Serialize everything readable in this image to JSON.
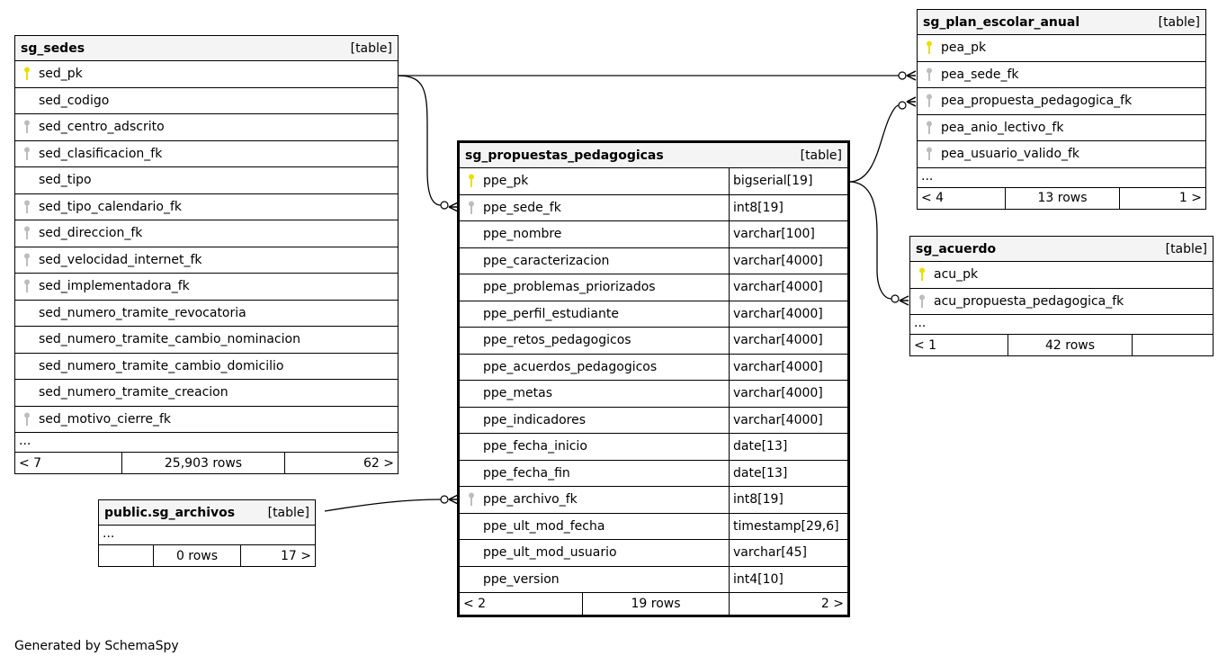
{
  "diagram": {
    "footer": "Generated by SchemaSpy",
    "tables": {
      "sg_sedes": {
        "name": "sg_sedes",
        "kind": "[table]",
        "columns": [
          {
            "name": "sed_pk",
            "key": "primary"
          },
          {
            "name": "sed_codigo",
            "key": ""
          },
          {
            "name": "sed_centro_adscrito",
            "key": "foreign"
          },
          {
            "name": "sed_clasificacion_fk",
            "key": "foreign"
          },
          {
            "name": "sed_tipo",
            "key": ""
          },
          {
            "name": "sed_tipo_calendario_fk",
            "key": "foreign"
          },
          {
            "name": "sed_direccion_fk",
            "key": "foreign"
          },
          {
            "name": "sed_velocidad_internet_fk",
            "key": "foreign"
          },
          {
            "name": "sed_implementadora_fk",
            "key": "foreign"
          },
          {
            "name": "sed_numero_tramite_revocatoria",
            "key": ""
          },
          {
            "name": "sed_numero_tramite_cambio_nominacion",
            "key": ""
          },
          {
            "name": "sed_numero_tramite_cambio_domicilio",
            "key": ""
          },
          {
            "name": "sed_numero_tramite_creacion",
            "key": ""
          },
          {
            "name": "sed_motivo_cierre_fk",
            "key": "foreign"
          }
        ],
        "ellipsis": "...",
        "footer": {
          "parents": "< 7",
          "rows": "25,903 rows",
          "children": "62 >"
        }
      },
      "sg_propuestas_pedagogicas": {
        "name": "sg_propuestas_pedagogicas",
        "kind": "[table]",
        "columns": [
          {
            "name": "ppe_pk",
            "type": "bigserial[19]",
            "key": "primary"
          },
          {
            "name": "ppe_sede_fk",
            "type": "int8[19]",
            "key": "foreign"
          },
          {
            "name": "ppe_nombre",
            "type": "varchar[100]",
            "key": ""
          },
          {
            "name": "ppe_caracterizacion",
            "type": "varchar[4000]",
            "key": ""
          },
          {
            "name": "ppe_problemas_priorizados",
            "type": "varchar[4000]",
            "key": ""
          },
          {
            "name": "ppe_perfil_estudiante",
            "type": "varchar[4000]",
            "key": ""
          },
          {
            "name": "ppe_retos_pedagogicos",
            "type": "varchar[4000]",
            "key": ""
          },
          {
            "name": "ppe_acuerdos_pedagogicos",
            "type": "varchar[4000]",
            "key": ""
          },
          {
            "name": "ppe_metas",
            "type": "varchar[4000]",
            "key": ""
          },
          {
            "name": "ppe_indicadores",
            "type": "varchar[4000]",
            "key": ""
          },
          {
            "name": "ppe_fecha_inicio",
            "type": "date[13]",
            "key": ""
          },
          {
            "name": "ppe_fecha_fin",
            "type": "date[13]",
            "key": ""
          },
          {
            "name": "ppe_archivo_fk",
            "type": "int8[19]",
            "key": "foreign"
          },
          {
            "name": "ppe_ult_mod_fecha",
            "type": "timestamp[29,6]",
            "key": ""
          },
          {
            "name": "ppe_ult_mod_usuario",
            "type": "varchar[45]",
            "key": ""
          },
          {
            "name": "ppe_version",
            "type": "int4[10]",
            "key": ""
          }
        ],
        "footer": {
          "parents": "< 2",
          "rows": "19 rows",
          "children": "2 >"
        }
      },
      "sg_plan_escolar_anual": {
        "name": "sg_plan_escolar_anual",
        "kind": "[table]",
        "columns": [
          {
            "name": "pea_pk",
            "key": "primary"
          },
          {
            "name": "pea_sede_fk",
            "key": "foreign"
          },
          {
            "name": "pea_propuesta_pedagogica_fk",
            "key": "foreign"
          },
          {
            "name": "pea_anio_lectivo_fk",
            "key": "foreign"
          },
          {
            "name": "pea_usuario_valido_fk",
            "key": "foreign"
          }
        ],
        "ellipsis": "...",
        "footer": {
          "parents": "< 4",
          "rows": "13 rows",
          "children": "1 >"
        }
      },
      "sg_acuerdo": {
        "name": "sg_acuerdo",
        "kind": "[table]",
        "columns": [
          {
            "name": "acu_pk",
            "key": "primary"
          },
          {
            "name": "acu_propuesta_pedagogica_fk",
            "key": "foreign"
          }
        ],
        "ellipsis": "...",
        "footer": {
          "parents": "< 1",
          "rows": "42 rows",
          "children": ""
        }
      },
      "sg_archivos": {
        "name": "public.sg_archivos",
        "kind": "[table]",
        "ellipsis": "...",
        "footer": {
          "parents": "",
          "rows": "0 rows",
          "children": "17 >"
        }
      }
    },
    "relationships": [
      {
        "from": "sg_sedes.sed_pk",
        "to": "sg_plan_escolar_anual.pea_sede_fk"
      },
      {
        "from": "sg_sedes.sed_pk",
        "to": "sg_propuestas_pedagogicas.ppe_sede_fk"
      },
      {
        "from": "sg_propuestas_pedagogicas.ppe_pk",
        "to": "sg_plan_escolar_anual.pea_propuesta_pedagogica_fk"
      },
      {
        "from": "sg_propuestas_pedagogicas.ppe_pk",
        "to": "sg_acuerdo.acu_propuesta_pedagogica_fk"
      },
      {
        "from": "public.sg_archivos",
        "to": "sg_propuestas_pedagogicas.ppe_archivo_fk"
      }
    ],
    "colors": {
      "primary_key": "#e8e000",
      "foreign_key": "#bdbdbd",
      "header_bg": "#f4f4f4"
    }
  }
}
